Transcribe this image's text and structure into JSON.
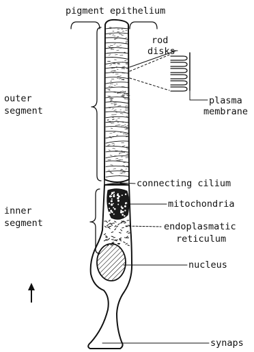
{
  "figure": {
    "title": "pigment epithelium",
    "regions": {
      "outer_segment": [
        "outer",
        "segment"
      ],
      "inner_segment": [
        "inner",
        "segment"
      ]
    },
    "rod_disks": [
      "rod",
      "disks"
    ],
    "plasma_membrane": [
      "plasma",
      "membrane"
    ],
    "connecting_cilium": "connecting cilium",
    "mitochondria": "mitochondria",
    "endoplasmatic_reticulum": [
      "endoplasmatic",
      "reticulum"
    ],
    "nucleus": "nucleus",
    "synaps": "synaps"
  },
  "colors": {
    "ink": "#111111",
    "background": "#ffffff"
  },
  "icons": {
    "arrow": "up-arrow-icon"
  }
}
